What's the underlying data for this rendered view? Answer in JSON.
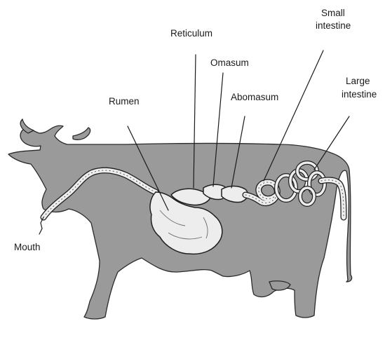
{
  "labels": {
    "reticulum": "Reticulum",
    "small_intestine_line1": "Small",
    "small_intestine_line2": "intestine",
    "omasum": "Omasum",
    "rumen": "Rumen",
    "abomasum": "Abomasum",
    "large_intestine_line1": "Large",
    "large_intestine_line2": "intestine",
    "mouth": "Mouth"
  },
  "colors": {
    "body": "#9a9a9a",
    "organ": "#ededed",
    "line": "#1a1a1a"
  }
}
